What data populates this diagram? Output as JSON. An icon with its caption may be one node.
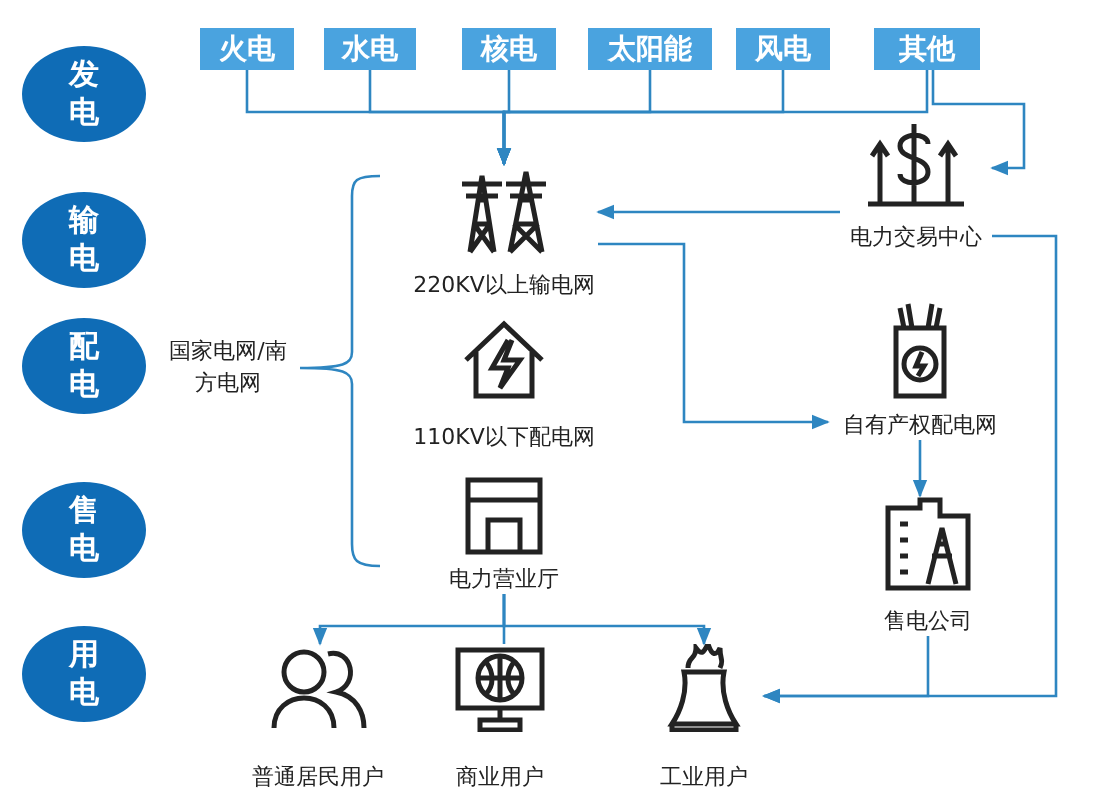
{
  "diagram": {
    "nodes": [
      {
        "text": [
          "发电"
        ]
      },
      {
        "text": [
          "输电"
        ]
      },
      {
        "text": [
          "配电"
        ]
      },
      {
        "text": [
          "售电"
        ]
      },
      {
        "text": [
          "用电"
        ]
      },
      {
        "text": [
          "火电"
        ]
      },
      {
        "text": [
          "水电"
        ]
      },
      {
        "text": [
          "核电"
        ]
      },
      {
        "text": [
          "太阳能"
        ]
      },
      {
        "text": [
          "风电"
        ]
      },
      {
        "text": [
          "其他"
        ]
      },
      {
        "text": [
          "220KV以上输电网"
        ]
      },
      {
        "text": [
          "电力交易中心"
        ]
      },
      {
        "text": [
          "110KV以下配电网"
        ]
      },
      {
        "text": [
          "自有产权配电网"
        ]
      },
      {
        "text": [
          "电力营业厅"
        ]
      },
      {
        "text": [
          "售电公司"
        ]
      },
      {
        "text": [
          "普通居民用户"
        ]
      },
      {
        "text": [
          "商业用户"
        ]
      },
      {
        "text": [
          "工业用户"
        ]
      }
    ],
    "edges": [
      {
        "from": 5,
        "to": 11,
        "arrow": "to"
      },
      {
        "from": 6,
        "to": 11,
        "arrow": "to"
      },
      {
        "from": 7,
        "to": 11,
        "arrow": "to"
      },
      {
        "from": 8,
        "to": 11,
        "arrow": "to"
      },
      {
        "from": 9,
        "to": 11,
        "arrow": "to"
      },
      {
        "from": 10,
        "to": 11,
        "arrow": "to"
      },
      {
        "from": 10,
        "to": 12,
        "arrow": "to"
      },
      {
        "from": 12,
        "to": 11,
        "arrow": "to"
      },
      {
        "from": 11,
        "to": 14,
        "arrow": "to"
      },
      {
        "from": 14,
        "to": 16,
        "arrow": "to"
      },
      {
        "from": 12,
        "to": 19,
        "arrow": "to"
      },
      {
        "from": 16,
        "to": 19,
        "arrow": "to"
      },
      {
        "from": 15,
        "to": 17,
        "arrow": "to"
      },
      {
        "from": 15,
        "to": 18,
        "arrow": "none"
      },
      {
        "from": 15,
        "to": 19,
        "arrow": "to"
      }
    ],
    "labels": [
      "国家电网/南方电网"
    ]
  }
}
